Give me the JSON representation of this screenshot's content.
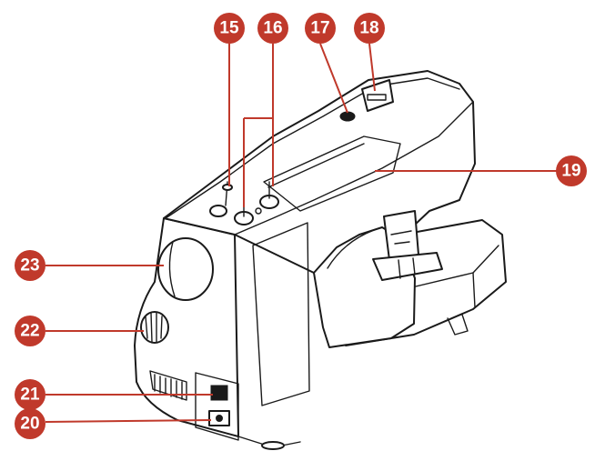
{
  "callouts": [
    {
      "id": "c15",
      "number": "15"
    },
    {
      "id": "c16",
      "number": "16"
    },
    {
      "id": "c17",
      "number": "17"
    },
    {
      "id": "c18",
      "number": "18"
    },
    {
      "id": "c19",
      "number": "19"
    },
    {
      "id": "c20",
      "number": "20"
    },
    {
      "id": "c21",
      "number": "21"
    },
    {
      "id": "c22",
      "number": "22"
    },
    {
      "id": "c23",
      "number": "23"
    }
  ],
  "colors": {
    "badge": "#c0392b",
    "outline": "#1a1a1a",
    "background": "#ffffff"
  }
}
